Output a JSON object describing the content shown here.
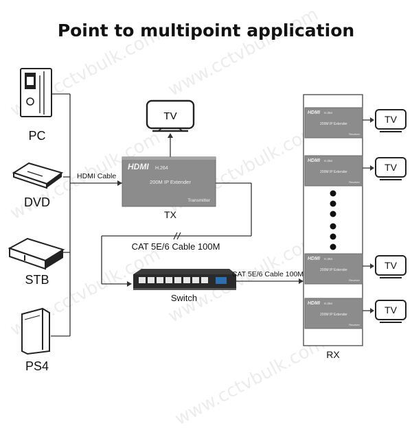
{
  "title": "Point to multipoint application",
  "watermark": "www.cctvbulk.com",
  "sources": [
    {
      "label": "PC",
      "icon": "pc-tower-icon"
    },
    {
      "label": "DVD",
      "icon": "dvd-player-icon"
    },
    {
      "label": "STB",
      "icon": "set-top-box-icon"
    },
    {
      "label": "PS4",
      "icon": "game-console-icon"
    }
  ],
  "hdmi_cable_label": "HDMI Cable",
  "transmitter": {
    "brand": "HDMI",
    "codec": "H.264",
    "model": "200M IP Extender",
    "role_text": "Transmitter",
    "label": "TX",
    "tv_label": "TV"
  },
  "cat_cable_label_1": "CAT 5E/6 Cable 100M",
  "cat_cable_label_2": "CAT 5E/6 Cable 100M",
  "switch_label": "Switch",
  "receivers": {
    "label": "RX",
    "units": [
      {
        "brand": "HDMI",
        "codec": "H.264",
        "model": "200M IP Extender",
        "role_text": "Receiver",
        "tv_label": "TV"
      },
      {
        "brand": "HDMI",
        "codec": "H.264",
        "model": "200M IP Extender",
        "role_text": "Receiver",
        "tv_label": "TV"
      },
      {
        "brand": "HDMI",
        "codec": "H.264",
        "model": "200M IP Extender",
        "role_text": "Receiver",
        "tv_label": "TV"
      },
      {
        "brand": "HDMI",
        "codec": "H.264",
        "model": "200M IP Extender",
        "role_text": "Receiver",
        "tv_label": "TV"
      }
    ]
  },
  "colors": {
    "device_gray": "#8c8c8c",
    "device_dark": "#2e2e2e",
    "line": "#333333",
    "switch_port_accent": "#2b6fb3"
  }
}
